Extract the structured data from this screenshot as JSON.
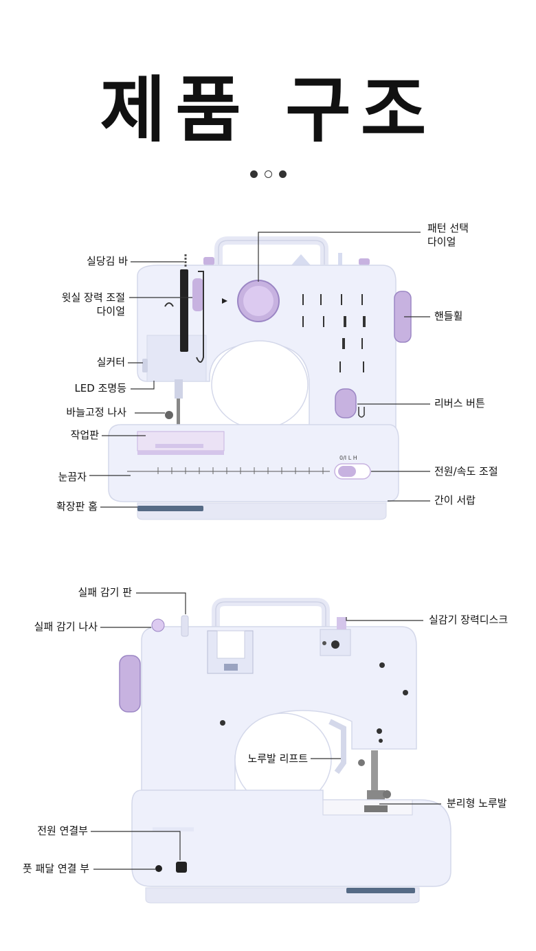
{
  "title": "제품 구조",
  "page_indicator": {
    "count": 3,
    "active": [
      0,
      2
    ]
  },
  "colors": {
    "body": "#eef0fb",
    "lavender": "#c7b2e0",
    "dark_lavender": "#9b86c4",
    "line": "#333333"
  },
  "diagram_front": {
    "labels": {
      "thread_bar": "실당김 바",
      "tension_dial_1": "윗실 장력 조절",
      "tension_dial_2": "다이얼",
      "cutter": "실커터",
      "led": "LED 조명등",
      "needle_screw": "바늘고정 나사",
      "work_plate": "작업판",
      "ruler": "눈끔자",
      "extension_slot": "확장판 홈",
      "pattern_dial_1": "패턴 선택",
      "pattern_dial_2": "다이얼",
      "handwheel": "핸들휠",
      "reverse_button": "리버스 버튼",
      "power_speed": "전원/속도 조절",
      "drawer": "간이 서랍"
    },
    "switch_marks": "0/I  L  H"
  },
  "diagram_back": {
    "labels": {
      "bobbin_plate": "실패 감기 판",
      "bobbin_screw": "실패 감기 나사",
      "tension_disc": "실감기 장력디스크",
      "presser_lift": "노루발 리프트",
      "presser_foot": "분리형 노루발",
      "power_port": "전원 연결부",
      "pedal_port": "풋 패달 연결 부"
    }
  }
}
